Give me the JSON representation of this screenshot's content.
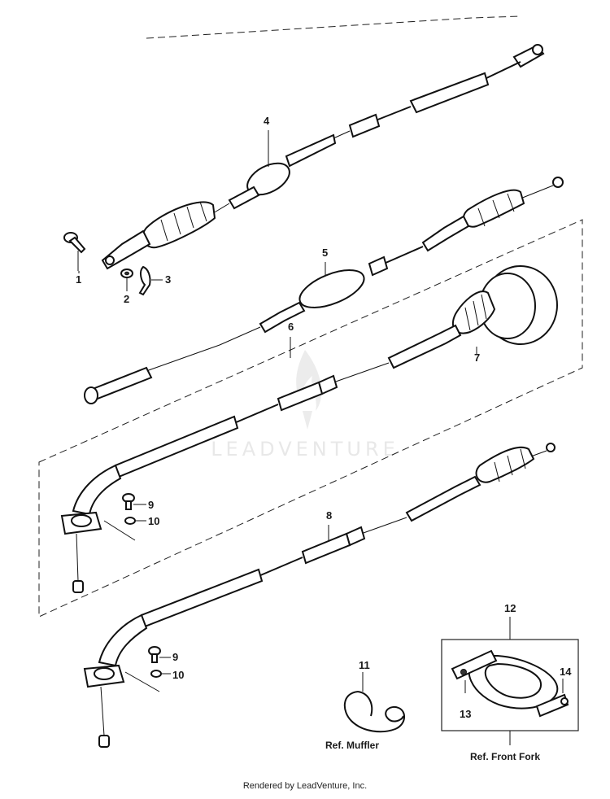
{
  "watermark": {
    "text": "LEADVENTURE",
    "color": "#e8e8e8"
  },
  "callouts": [
    "1",
    "2",
    "3",
    "4",
    "5",
    "6",
    "7",
    "8",
    "9",
    "10",
    "9",
    "10",
    "11",
    "12",
    "13",
    "14"
  ],
  "references": {
    "muffler": "Ref. Muffler",
    "front_fork": "Ref. Front Fork"
  },
  "footer": "Rendered by LeadVenture, Inc."
}
